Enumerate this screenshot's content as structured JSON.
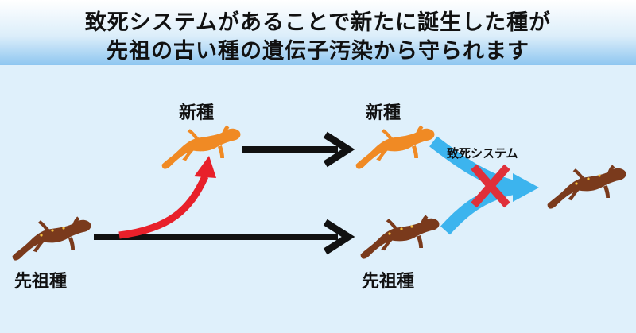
{
  "title": {
    "line1": "致死システムがあることで新たに誕生した種が",
    "line2": "先祖の古い種の遺伝子汚染から守られます"
  },
  "labels": {
    "new_species_1": "新種",
    "new_species_2": "新種",
    "ancestor_1": "先祖種",
    "ancestor_2": "先祖種",
    "lethal_system": "致死システム"
  },
  "colors": {
    "background": "#dff0fb",
    "header_bottom": "#8ec6f0",
    "new_species": "#f08a24",
    "ancestor_species": "#7a3a1c",
    "red_arrow": "#e8202a",
    "blue_arrow": "#3cb4ee",
    "cross": "#e0303a",
    "black_arrow": "#111111"
  },
  "icons": {
    "salamander": "salamander-icon",
    "cross": "cross-icon"
  }
}
